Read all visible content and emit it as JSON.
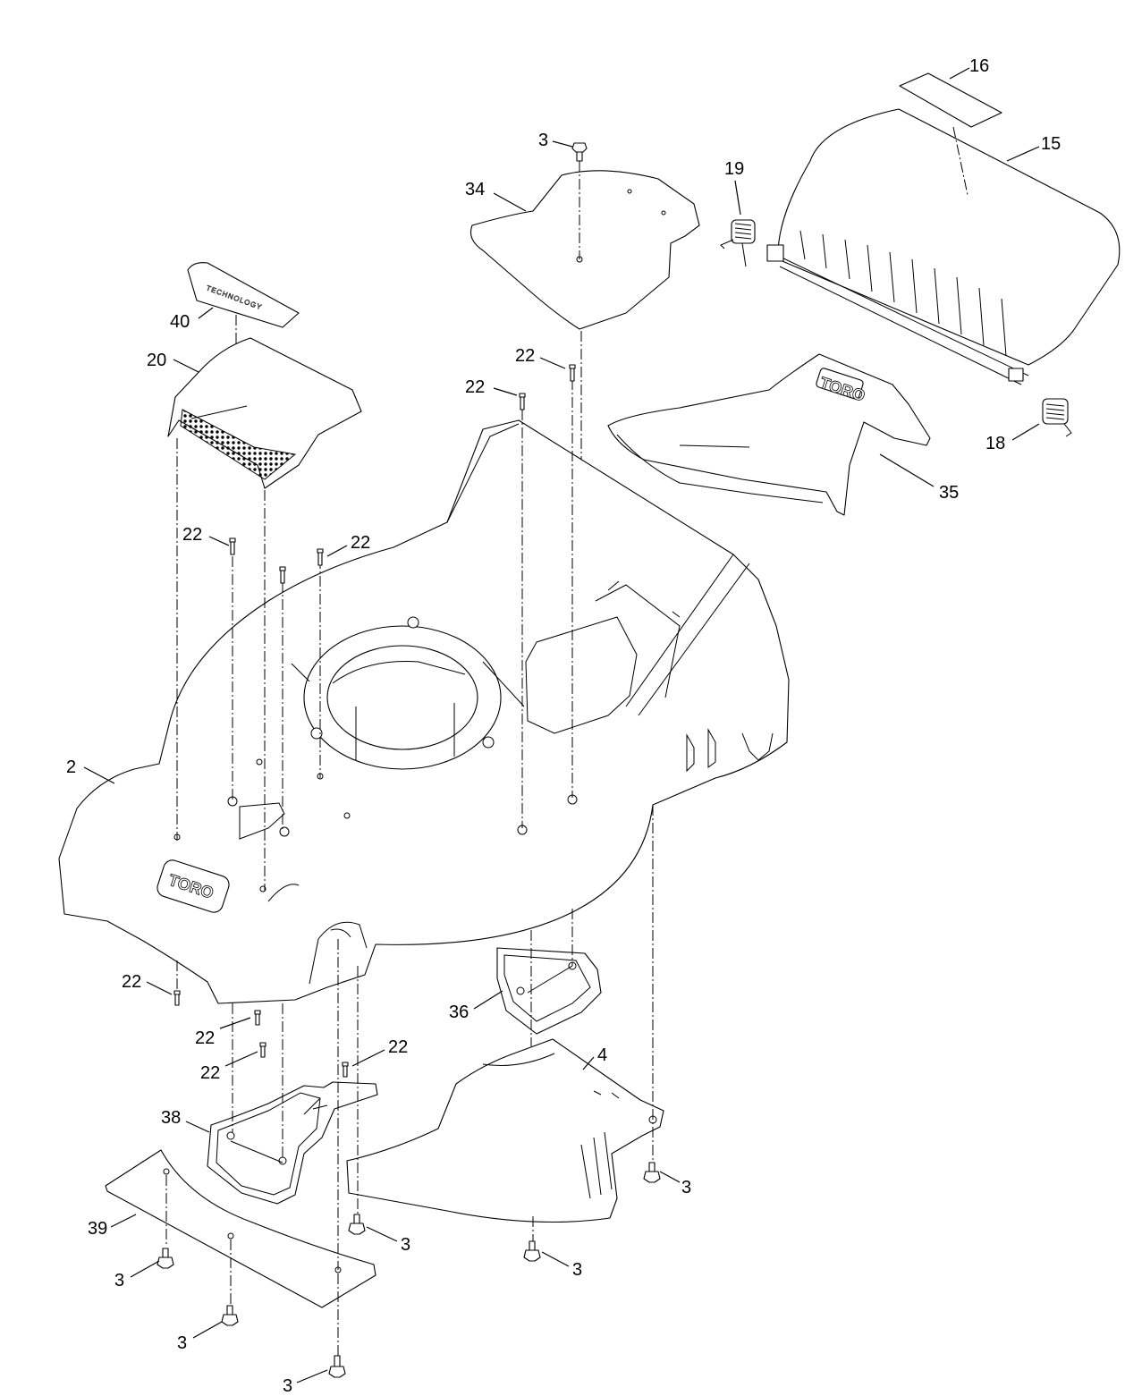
{
  "diagram": {
    "type": "exploded-parts-view",
    "callouts": {
      "c16": "16",
      "c15": "15",
      "c19": "19",
      "c3_top": "3",
      "c34": "34",
      "c40": "40",
      "c20": "20",
      "c22_a": "22",
      "c22_b": "22",
      "c18": "18",
      "c35": "35",
      "c22_c": "22",
      "c22_d": "22",
      "c2": "2",
      "c22_e": "22",
      "c22_f": "22",
      "c22_g": "22",
      "c22_h": "22",
      "c36": "36",
      "c4": "4",
      "c38": "38",
      "c3_a": "3",
      "c39": "39",
      "c3_b": "3",
      "c3_c": "3",
      "c3_d": "3",
      "c3_e": "3",
      "c3_f": "3"
    },
    "logos": {
      "deck_logo": "TORO",
      "chute_logo": "TORO"
    },
    "decals": {
      "top_decal": "TECHNOLOGY"
    }
  }
}
